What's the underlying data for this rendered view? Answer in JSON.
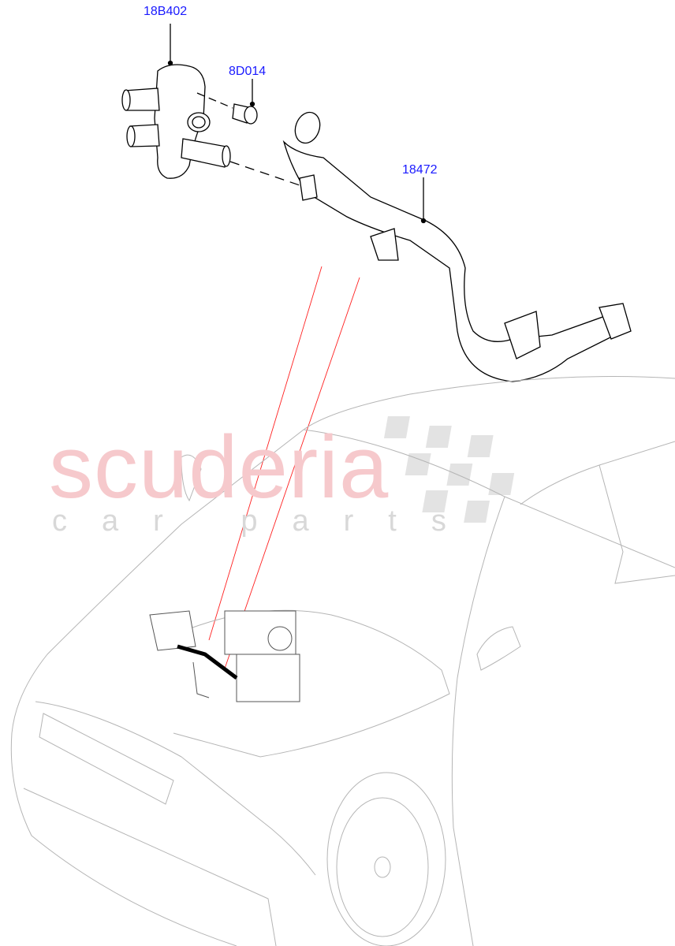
{
  "callouts": [
    {
      "part_number": "18B402"
    },
    {
      "part_number": "8D014"
    },
    {
      "part_number": "18472"
    }
  ],
  "watermark": {
    "brand": "scuderia",
    "sub": "car parts"
  },
  "colors": {
    "callout": "#1a1aff",
    "leader_red": "#ff2020",
    "watermark_red": "#f6c9cc"
  }
}
